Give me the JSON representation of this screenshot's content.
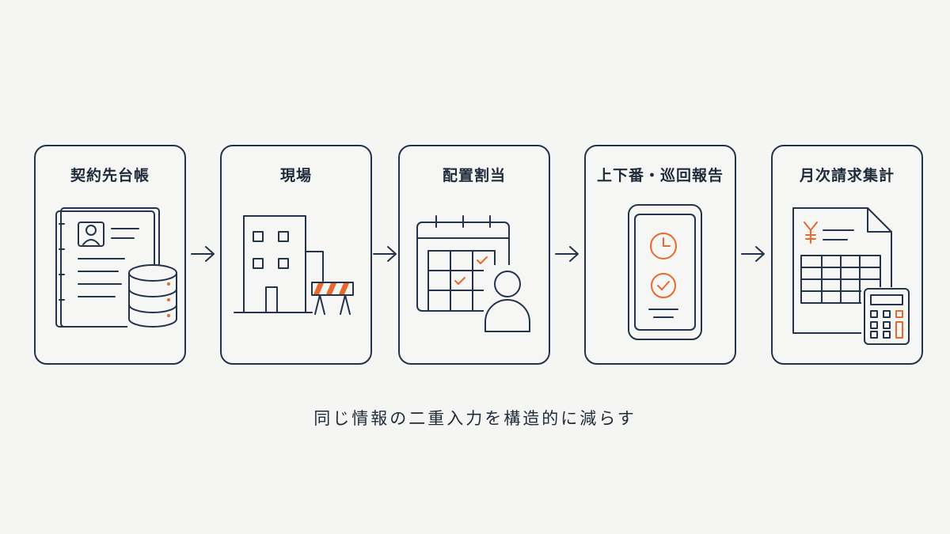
{
  "steps": [
    {
      "title": "契約先台帳",
      "icon": "contract-ledger-database-icon"
    },
    {
      "title": "現場",
      "icon": "building-barrier-icon"
    },
    {
      "title": "配置割当",
      "icon": "calendar-person-icon"
    },
    {
      "title": "上下番・巡回報告",
      "icon": "smartphone-clock-check-icon"
    },
    {
      "title": "月次請求集計",
      "icon": "invoice-calculator-icon"
    }
  ],
  "caption": "同じ情報の二重入力を構造的に減らす",
  "colors": {
    "ink": "#24324a",
    "accent": "#e8692b",
    "background": "#f5f5f3"
  }
}
